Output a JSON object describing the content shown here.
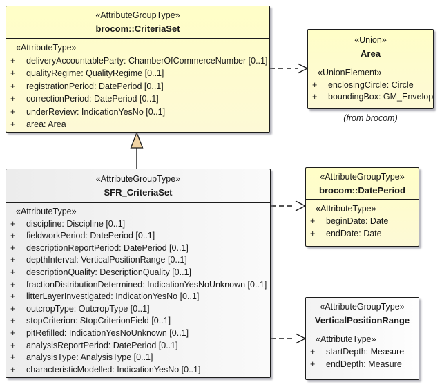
{
  "ui": {
    "row_prefix": "+"
  },
  "colors": {
    "class_fill_yellow": "#fdfbcd",
    "class_fill_gray": "#f0f0f0",
    "border": "#1c1c1c",
    "generalization_arrow_fill": "#f0d3a3"
  },
  "classes": [
    {
      "id": "criteriaset",
      "stereotype": "«AttributeGroupType»",
      "name": "brocom::CriteriaSet",
      "section": "«AttributeType»",
      "attributes": [
        "deliveryAccountableParty: ChamberOfCommerceNumber [0..1]",
        "qualityRegime: QualityRegime [0..1]",
        "registrationPeriod: DatePeriod [0..1]",
        "correctionPeriod: DatePeriod [0..1]",
        "underReview: IndicationYesNo [0..1]",
        "area: Area"
      ]
    },
    {
      "id": "area",
      "stereotype": "«Union»",
      "name": "Area",
      "section": "«UnionElement»",
      "attributes": [
        "enclosingCircle: Circle",
        "boundingBox: GM_Envelope"
      ],
      "caption": "(from brocom)"
    },
    {
      "id": "sfr",
      "stereotype": "«AttributeGroupType»",
      "name": "SFR_CriteriaSet",
      "section": "«AttributeType»",
      "attributes": [
        "discipline: Discipline [0..1]",
        "fieldworkPeriod: DatePeriod [0..1]",
        "descriptionReportPeriod: DatePeriod [0..1]",
        "depthInterval: VerticalPositionRange [0..1]",
        "descriptionQuality: DescriptionQuality [0..1]",
        "fractionDistributionDetermined: IndicationYesNoUnknown [0..1]",
        "litterLayerInvestigated: IndicationYesNo [0..1]",
        "outcropType: OutcropType [0..1]",
        "stopCriterion: StopCriterionField [0..1]",
        "pitRefilled: IndicationYesNoUnknown [0..1]",
        "analysisReportPeriod: DatePeriod [0..1]",
        "analysisType: AnalysisType [0..1]",
        "characteristicModelled: IndicationYesNo [0..1]"
      ]
    },
    {
      "id": "dateperiod",
      "stereotype": "«AttributeGroupType»",
      "name": "brocom::DatePeriod",
      "section": "«AttributeType»",
      "attributes": [
        "beginDate: Date",
        "endDate: Date"
      ]
    },
    {
      "id": "vpr",
      "stereotype": "«AttributeGroupType»",
      "name": "VerticalPositionRange",
      "section": "«AttributeType»",
      "attributes": [
        "startDepth: Measure",
        "endDepth: Measure"
      ]
    }
  ],
  "relationships": [
    {
      "type": "dependency",
      "from": "brocom::CriteriaSet",
      "to": "Area",
      "line": "dashed",
      "arrow": "open"
    },
    {
      "type": "generalization",
      "from": "SFR_CriteriaSet",
      "to": "brocom::CriteriaSet",
      "line": "solid",
      "arrow": "triangle"
    },
    {
      "type": "dependency",
      "from": "SFR_CriteriaSet",
      "to": "brocom::DatePeriod",
      "line": "dashed",
      "arrow": "open"
    },
    {
      "type": "dependency",
      "from": "SFR_CriteriaSet",
      "to": "VerticalPositionRange",
      "line": "dashed",
      "arrow": "open"
    }
  ]
}
